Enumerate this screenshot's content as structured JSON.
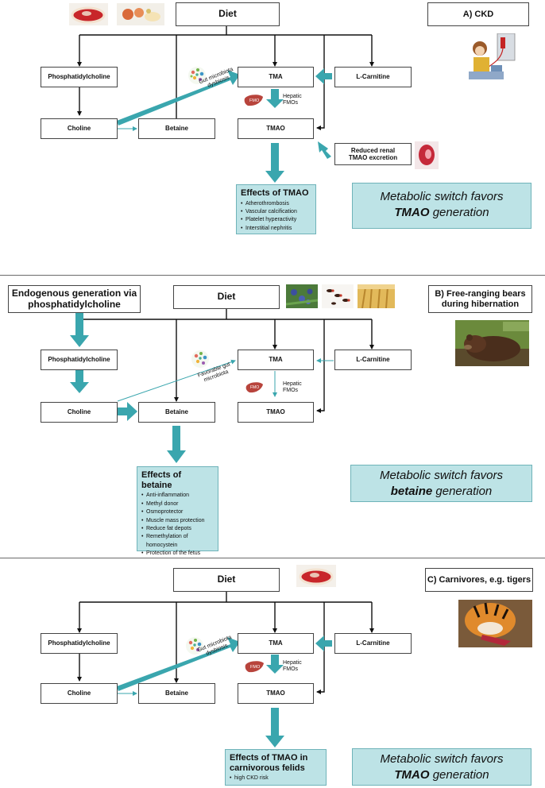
{
  "panel_a": {
    "title": "A) CKD",
    "diet": "Diet",
    "phosphatidylcholine": "Phosphatidylcholine",
    "choline": "Choline",
    "betaine": "Betaine",
    "tma": "TMA",
    "tmao": "TMAO",
    "l_carnitine": "L-Carnitine",
    "reduced_renal": "Reduced renal TMAO excretion",
    "gut_label": "Gut microbiota dysbiosis",
    "fmo_tag": "FMO",
    "hepatic": "Hepatic FMOs",
    "effects_title": "Effects of TMAO",
    "effects": [
      "Atherothrombosis",
      "Vascular calcification",
      "Platelet hyperactivity",
      "Interstitial nephritis"
    ],
    "switch_line1": "Metabolic switch favors",
    "switch_line2": "TMAO",
    "switch_line3": " generation"
  },
  "panel_b": {
    "title": "B) Free-ranging bears during hibernation",
    "endogenous": "Endogenous generation via phosphatidylcholine",
    "diet": "Diet",
    "phosphatidylcholine": "Phosphatidylcholine",
    "choline": "Choline",
    "betaine": "Betaine",
    "tma": "TMA",
    "tmao": "TMAO",
    "l_carnitine": "L-Carnitine",
    "gut_label": "Favorable gut microbiota",
    "fmo_tag": "FMO",
    "hepatic": "Hepatic FMOs",
    "effects_title": "Effects of betaine",
    "effects": [
      "Anti-inflammation",
      "Methyl donor",
      "Osmoprotector",
      "Muscle mass protection",
      "Reduce fat depots",
      "Remethylation of homocystein",
      "Protection of the fetus"
    ],
    "switch_line1": "Metabolic switch favors",
    "switch_line2": "betaine",
    "switch_line3": " generation"
  },
  "panel_c": {
    "title": "C) Carnivores, e.g. tigers",
    "diet": "Diet",
    "phosphatidylcholine": "Phosphatidylcholine",
    "choline": "Choline",
    "betaine": "Betaine",
    "tma": "TMA",
    "tmao": "TMAO",
    "l_carnitine": "L-Carnitine",
    "gut_label": "Gut microbiota dysbiosis",
    "fmo_tag": "FMO",
    "hepatic": "Hepatic FMOs",
    "effects_title": "Effects of TMAO in carnivorous felids",
    "effects": [
      "high CKD risk"
    ],
    "switch_line1": "Metabolic switch favors",
    "switch_line2": "TMAO",
    "switch_line3": " generation"
  },
  "colors": {
    "teal": "#3aa6ae",
    "panel_fill": "#bde3e6",
    "line": "#111111",
    "divider": "#6b6b6b"
  }
}
